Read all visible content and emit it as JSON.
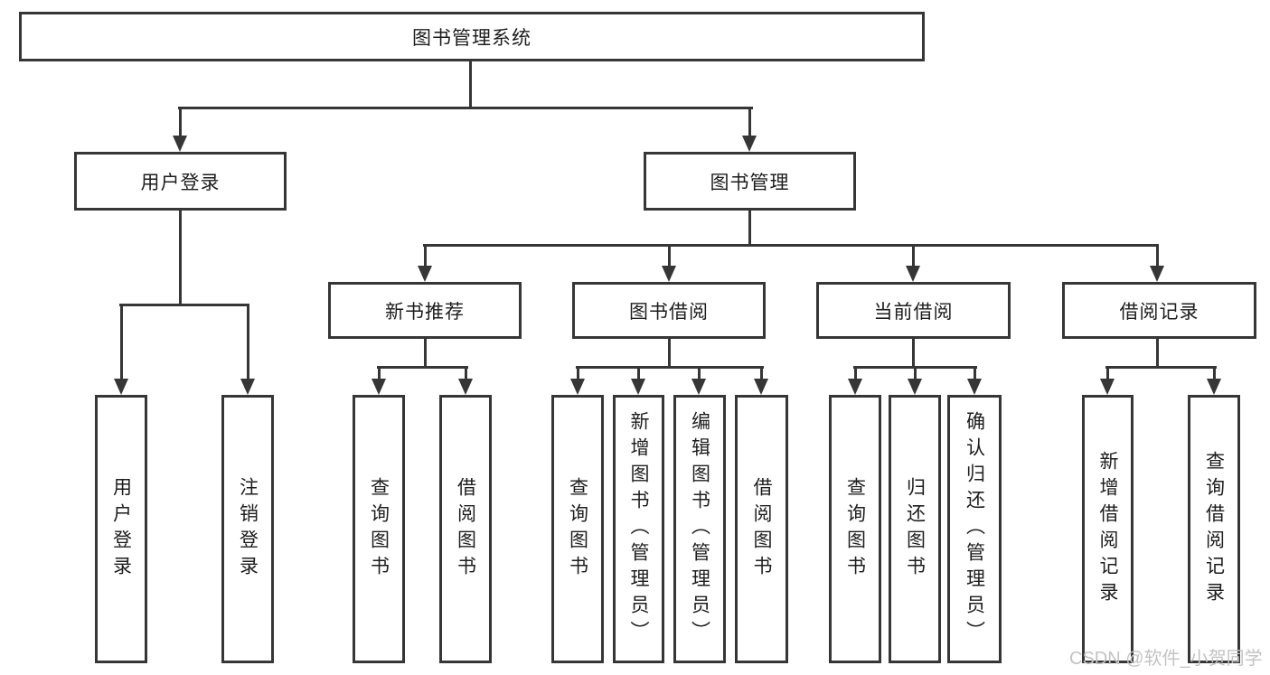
{
  "diagram": {
    "title": "图书管理系统",
    "line_color": "#363636",
    "background": "#ffffff",
    "root": {
      "label": "图书管理系统"
    },
    "level2": [
      {
        "id": "user-login",
        "label": "用户登录"
      },
      {
        "id": "book-management",
        "label": "图书管理"
      }
    ],
    "level3": [
      {
        "id": "new-book-recommend",
        "label": "新书推荐"
      },
      {
        "id": "book-borrow",
        "label": "图书借阅"
      },
      {
        "id": "current-borrow",
        "label": "当前借阅"
      },
      {
        "id": "borrow-records",
        "label": "借阅记录"
      }
    ],
    "leaves": {
      "user_login": [
        "用户登录",
        "注销登录"
      ],
      "new_book": [
        "查询图书",
        "借阅图书"
      ],
      "book_borrow": [
        "查询图书",
        "新增图书（管理员）",
        "编辑图书（管理员）",
        "借阅图书"
      ],
      "current_borrow": [
        "查询图书",
        "归还图书",
        "确认归还（管理员）"
      ],
      "borrow_record": [
        "新增借阅记录",
        "查询借阅记录"
      ]
    }
  },
  "watermark": {
    "text": "CSDN @软件_小贺同学",
    "color": "#c3c3c3"
  }
}
